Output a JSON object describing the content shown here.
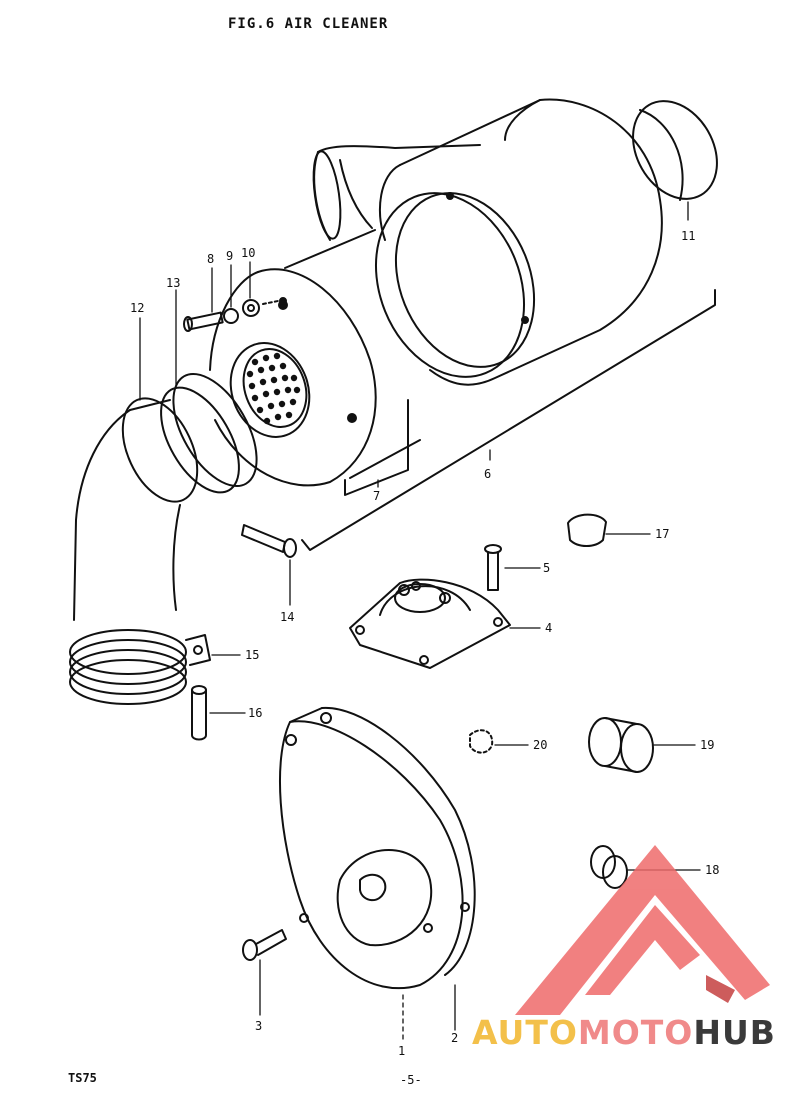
{
  "figure": {
    "title": "FIG.6  AIR CLEANER",
    "model": "TS75",
    "page_number": "-5-"
  },
  "callouts": [
    {
      "id": "label-2",
      "text": "2"
    },
    {
      "id": "label-3",
      "text": "3"
    },
    {
      "id": "label-4",
      "text": "4"
    },
    {
      "id": "label-5",
      "text": "5"
    },
    {
      "id": "label-6",
      "text": "6"
    },
    {
      "id": "label-7",
      "text": "7"
    },
    {
      "id": "label-8",
      "text": "8"
    },
    {
      "id": "label-9",
      "text": "9"
    },
    {
      "id": "label-10",
      "text": "10"
    },
    {
      "id": "label-11",
      "text": "11"
    },
    {
      "id": "label-12",
      "text": "12"
    },
    {
      "id": "label-13",
      "text": "13"
    },
    {
      "id": "label-14",
      "text": "14"
    },
    {
      "id": "label-15",
      "text": "15"
    },
    {
      "id": "label-16",
      "text": "16"
    },
    {
      "id": "label-17",
      "text": "17"
    },
    {
      "id": "label-18",
      "text": "18"
    },
    {
      "id": "label-19",
      "text": "19"
    },
    {
      "id": "label-20",
      "text": "20"
    },
    {
      "id": "label-1",
      "text": "1"
    }
  ],
  "watermark": {
    "part1": "AUTO",
    "part2": "MOTO",
    "part3": "HUB",
    "colors": {
      "part1": "#f3c04a",
      "part2": "#f08a8a",
      "part3": "#3a3a3a",
      "logo": "#ef6b6b"
    }
  }
}
